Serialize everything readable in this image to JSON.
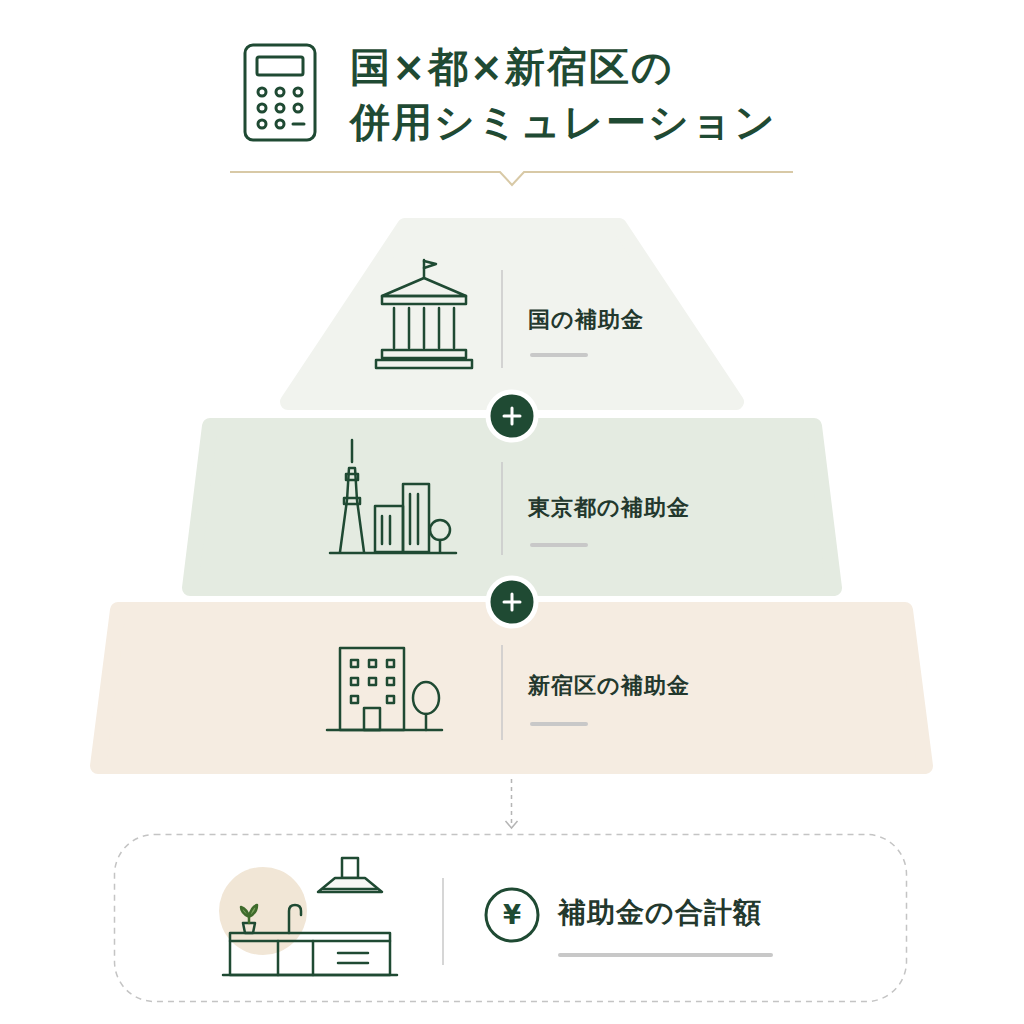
{
  "diagram": {
    "title": "国×都×新宿区の 併用シミュレーション",
    "nodes": [
      {
        "text": [
          "国の補助金"
        ]
      },
      {
        "text": [
          "東京都の補助金"
        ]
      },
      {
        "text": [
          "新宿区の補助金"
        ]
      },
      {
        "text": [
          "補助金の合計額"
        ]
      }
    ],
    "edges": [
      {
        "from": 2,
        "to": 3,
        "arrow": "to"
      }
    ],
    "labels": [
      "¥"
    ]
  }
}
